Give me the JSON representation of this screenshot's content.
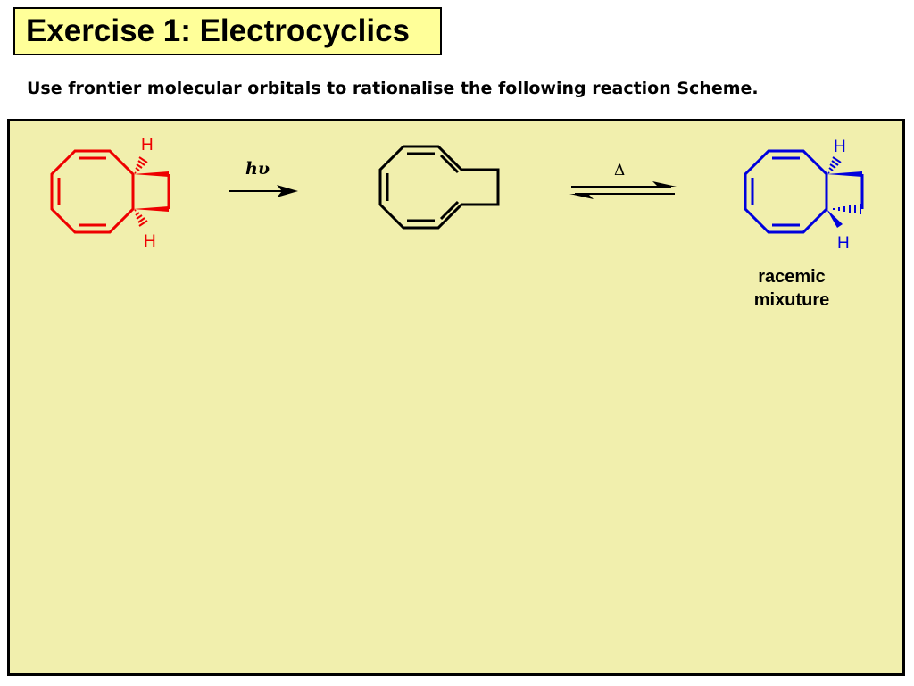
{
  "slide": {
    "title": "Exercise 1: Electrocyclics",
    "subtitle": "Use frontier molecular orbitals to rationalise the following reaction Scheme."
  },
  "scheme": {
    "arrow1_label": "hυ",
    "arrow2_label": "Δ",
    "start_h_top": "H",
    "start_h_bottom": "H",
    "product_h_top": "H",
    "product_h_bottom": "H",
    "caption_line1": "racemic",
    "caption_line2": "mixuture",
    "colors": {
      "start": "#ee0000",
      "intermediate": "#000000",
      "product": "#0000dd"
    }
  }
}
